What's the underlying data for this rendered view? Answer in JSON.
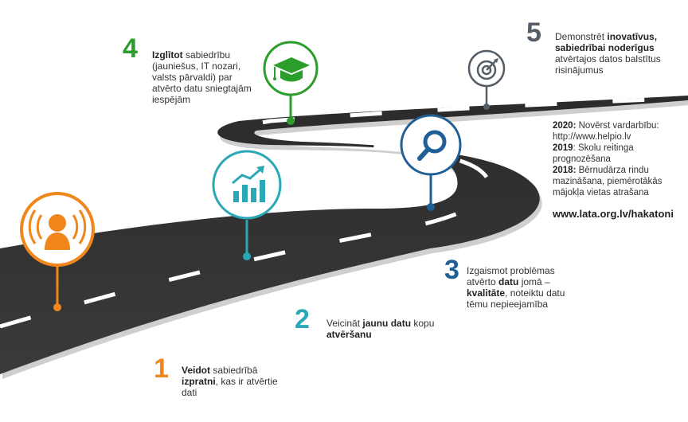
{
  "steps": [
    {
      "number": "1",
      "pre": "",
      "bold1": "Veidot",
      "mid1": " sabiedrībā ",
      "bold2": "izpratni",
      "post": ", kas ir atvērtie dati",
      "color": "#f0861c",
      "icon": "person-signal-icon"
    },
    {
      "number": "2",
      "pre": "Veicināt ",
      "bold1": "jaunu datu",
      "mid1": " kopu ",
      "bold2": "atvēršanu",
      "post": "",
      "color": "#2aa8b6",
      "icon": "growth-chart-icon"
    },
    {
      "number": "3",
      "pre": "Izgaismot problēmas atvērto ",
      "bold1": "datu",
      "mid1": " jomā – ",
      "bold2": "kvalitāte",
      "post": ", noteiktu datu tēmu nepieejamība",
      "color": "#1f5f95",
      "icon": "magnifier-icon"
    },
    {
      "number": "4",
      "pre": "",
      "bold1": "Izglītot",
      "mid1": " sabiedrību (jauniešus, IT nozari, valsts pārvaldi) par atvērto datu sniegtajām iespējām",
      "bold2": "",
      "post": "",
      "color": "#2a9d2a",
      "icon": "graduation-cap-icon"
    },
    {
      "number": "5",
      "pre": "Demonstrēt ",
      "bold1": "inovatīvus, sabiedrībai noderīgus",
      "mid1": " atvērtajos datos balstītus risinājumus",
      "bold2": "",
      "post": "",
      "color": "#555e66",
      "icon": "target-icon"
    }
  ],
  "hackathons": [
    {
      "year": "2020:",
      "text": " Novērst vardarbību: http://www.helpio.lv"
    },
    {
      "year": "2019",
      "text": ": Skolu reitinga prognozēšana"
    },
    {
      "year": "2018:",
      "text": " Bērnudārza rindu mazināšana, piemērotākās mājokļa vietas atrašana"
    }
  ],
  "url": "www.lata.org.lv/hakatoni"
}
